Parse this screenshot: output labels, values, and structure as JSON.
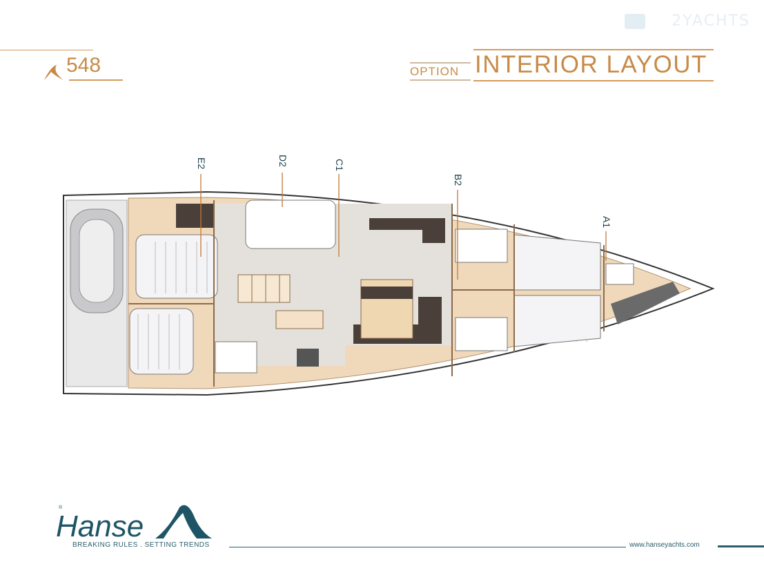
{
  "watermark": "2YACHTS",
  "header": {
    "model": "548",
    "option_label": "OPTION",
    "title": "INTERIOR LAYOUT"
  },
  "plan": {
    "labels": [
      "E2",
      "D2",
      "C1",
      "B2",
      "A1"
    ]
  },
  "footer": {
    "brand": "Hanse",
    "registered": "®",
    "tagline": "BREAKING RULES . SETTING TRENDS",
    "url": "www.hanseyachts.com"
  },
  "colors": {
    "accent": "#c88a48",
    "brand": "#1e5566",
    "wood": "#f0d9bb",
    "floor": "#e4e1dc"
  }
}
